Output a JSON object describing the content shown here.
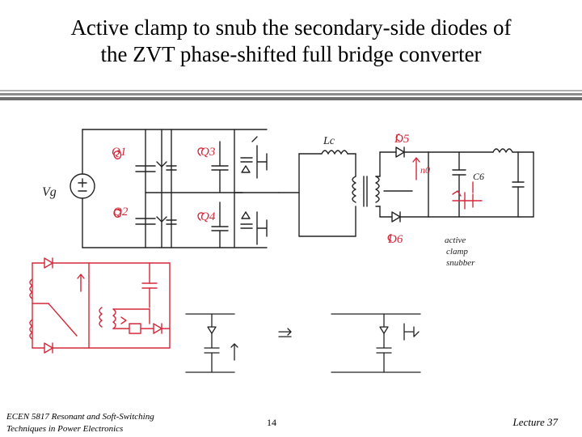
{
  "slide": {
    "title_line1": "Active clamp to snub the secondary-side diodes of",
    "title_line2": "the ZVT phase-shifted full bridge converter"
  },
  "sketch_labels": {
    "q1": "Q1",
    "q2": "Q2",
    "q3": "Q3",
    "q4": "Q4",
    "vg": "Vg",
    "lc": "Lc",
    "d5": "D5",
    "d6": "D6",
    "c6": "C6",
    "n0": "n0",
    "active_line1": "active",
    "active_line2": "clamp",
    "active_line3": "snubber"
  },
  "footer": {
    "course_line1": "ECEN 5817  Resonant and Soft-Switching",
    "course_line2": "Techniques in Power Electronics",
    "page_number": "14",
    "lecture": "Lecture 37"
  },
  "colors": {
    "ink": "#222222",
    "red_ink": "#d4283a",
    "rule_gray": "#8c8c8c"
  }
}
